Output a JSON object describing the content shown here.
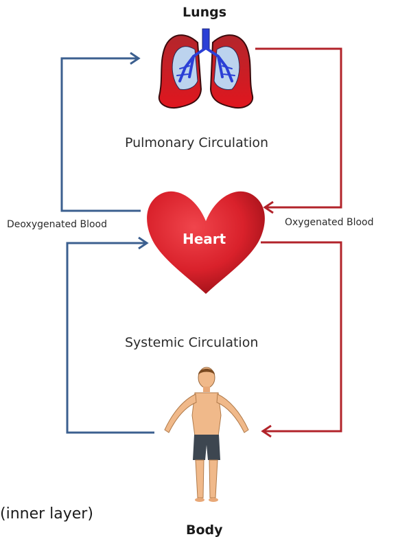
{
  "nodes": {
    "lungs": "Lungs",
    "heart": "Heart",
    "body": "Body"
  },
  "circulations": {
    "pulmonary": "Pulmonary Circulation",
    "systemic": "Systemic Circulation"
  },
  "blood": {
    "deoxygenated": "Deoxygenated Blood",
    "oxygenated": "Oxygenated Blood"
  },
  "caption_fragment": "(inner layer)",
  "colors": {
    "oxygenated_arrow": "#b2232a",
    "deoxygenated_arrow": "#3b5f8f",
    "heart": "#d9212b"
  }
}
